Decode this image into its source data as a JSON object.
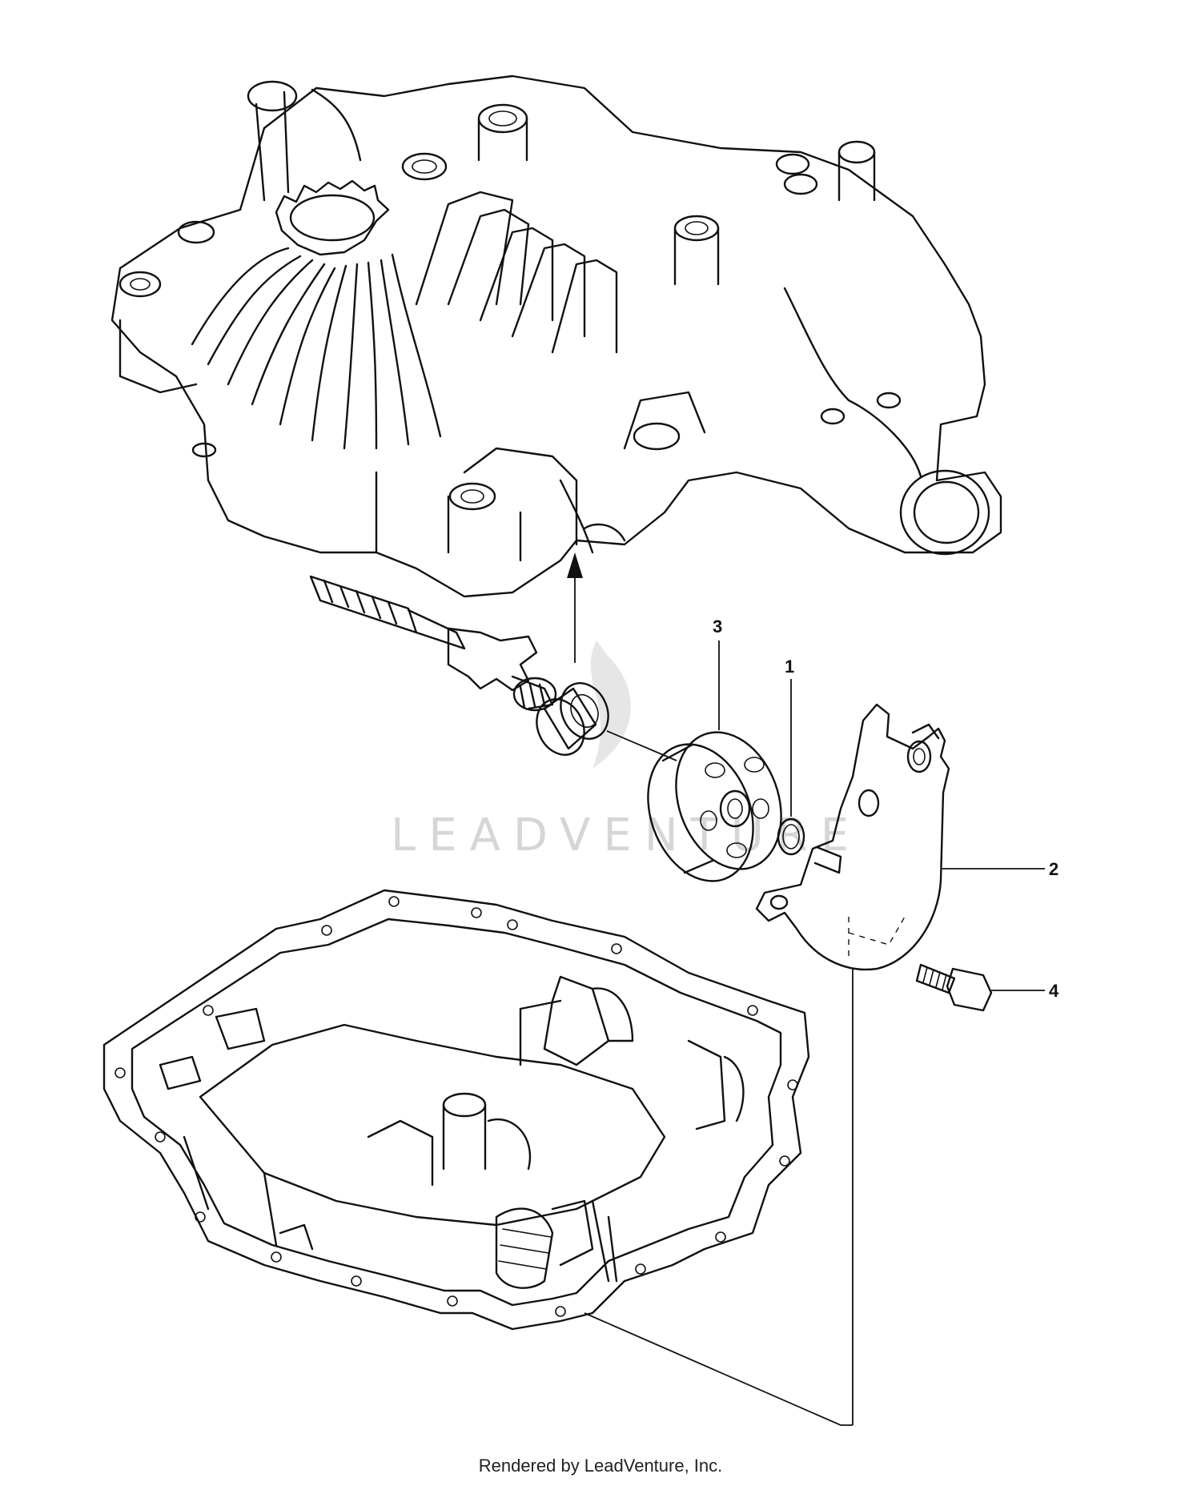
{
  "callouts": [
    {
      "id": "1",
      "label": "1"
    },
    {
      "id": "2",
      "label": "2"
    },
    {
      "id": "3",
      "label": "3"
    },
    {
      "id": "4",
      "label": "4"
    }
  ],
  "watermark": {
    "text": "LEADVENTURE"
  },
  "footer": {
    "text": "Rendered by LeadVenture, Inc."
  }
}
